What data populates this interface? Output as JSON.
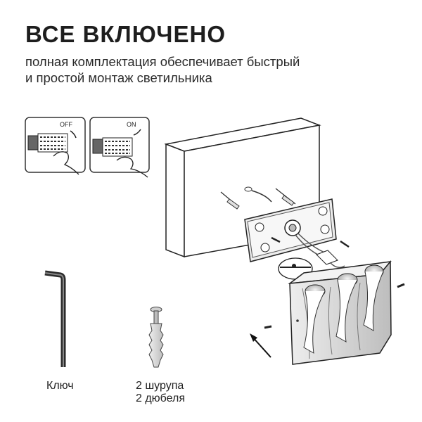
{
  "header": {
    "title": "ВСЕ ВКЛЮЧЕНО",
    "subtitle_lines": [
      "полная комплектация обеспечивает быстрый",
      "и простой монтаж светильника"
    ]
  },
  "switch_panels": {
    "off_label": "OFF",
    "on_label": "ON"
  },
  "parts": {
    "key_caption": "Ключ",
    "screws_caption_lines": [
      "2 шурупа",
      "2 дюбеля"
    ]
  },
  "colors": {
    "text": "#1e1e1e",
    "line": "#222222",
    "wall_face": "#ffffff",
    "metal": "#d9d9d9",
    "dowel": "#e4e4e4"
  }
}
